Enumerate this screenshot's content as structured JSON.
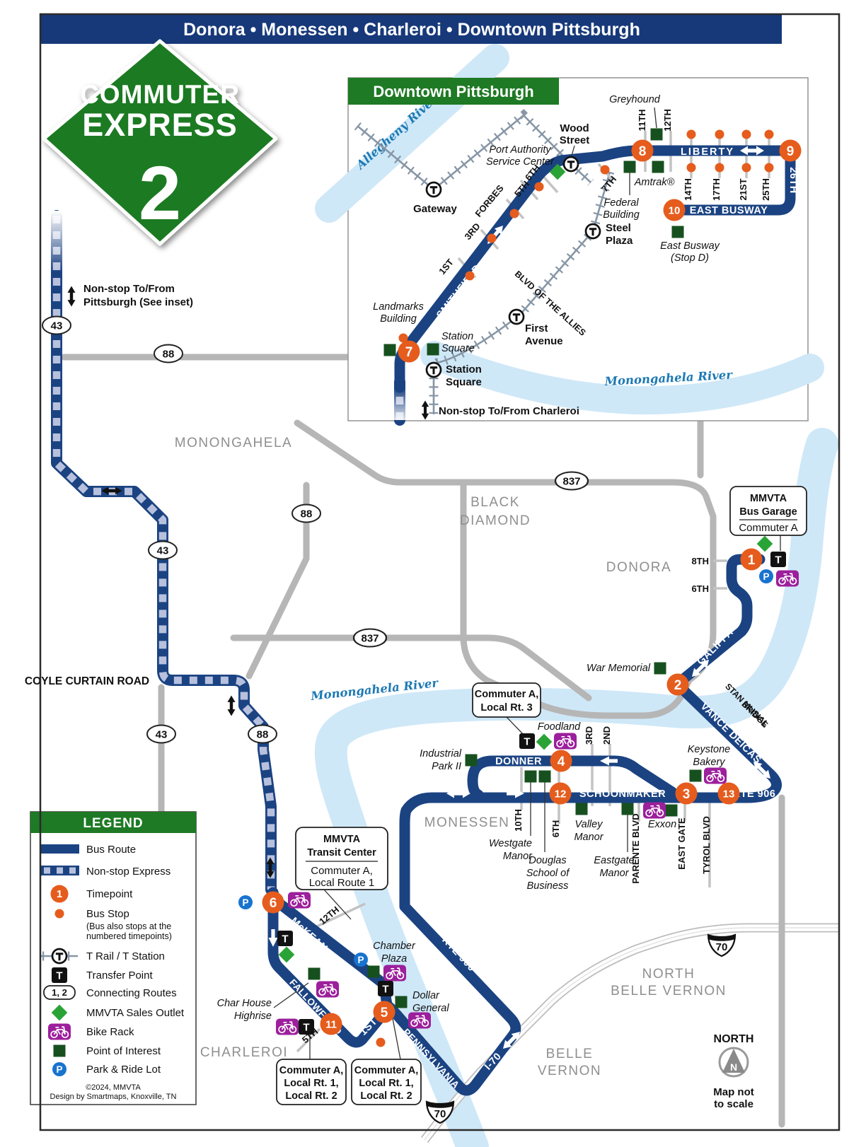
{
  "header": {
    "title": "Donora • Monessen • Charleroi • Downtown Pittsburgh"
  },
  "logo": {
    "line1": "COMMUTER",
    "line2": "EXPRESS",
    "number": "2"
  },
  "icons": {
    "t": "T",
    "p": "P",
    "n": "N"
  },
  "inset": {
    "title": "Downtown Pittsburgh",
    "allegheny_river": "Allegheny River",
    "monongahela_river": "Monongahela River",
    "nonstop_charleroi": "Non-stop To/From Charleroi",
    "route_labels": {
      "smithfield": "SMITHFIELD",
      "liberty": "LIBERTY",
      "east_busway": "EAST BUSWAY",
      "s26th": "26TH"
    },
    "timepoints": {
      "t7": "7",
      "t8": "8",
      "t9": "9",
      "t10": "10"
    },
    "stations": {
      "gateway": "Gateway",
      "wood_1": "Wood",
      "wood_2": "Street",
      "steel_1": "Steel",
      "steel_2": "Plaza",
      "first_1": "First",
      "first_2": "Avenue",
      "stationsq_1": "Station",
      "stationsq_2": "Square"
    },
    "pois": {
      "port_authority_1": "Port Authority",
      "port_authority_2": "Service Center",
      "greyhound": "Greyhound",
      "amtrak": "Amtrak®",
      "federal_1": "Federal",
      "federal_2": "Building",
      "east_busway_1": "East Busway",
      "east_busway_2": "(Stop D)",
      "landmarks_1": "Landmarks",
      "landmarks_2": "Building",
      "station_square_1": "Station",
      "station_square_2": "Square"
    },
    "streets": {
      "s1st": "1ST",
      "s3rd": "3RD",
      "forbes": "FORBES",
      "s5th": "5TH",
      "s6th": "6TH",
      "s7th": "7TH",
      "s11th": "11TH",
      "s12th": "12TH",
      "s14th": "14TH",
      "s17th": "17TH",
      "s21st": "21ST",
      "s25th": "25TH",
      "blvd_allies": "BLVD OF THE ALLIES"
    }
  },
  "main": {
    "nonstop_pittsburgh_1": "Non-stop To/From",
    "nonstop_pittsburgh_2": "Pittsburgh (See inset)",
    "monongahela_river": "Monongahela River",
    "coyle": "COYLE CURTAIN ROAD",
    "cities": {
      "monongahela": "MONONGAHELA",
      "black_diamond_1": "BLACK",
      "black_diamond_2": "DIAMOND",
      "donora": "DONORA",
      "monessen": "MONESSEN",
      "charleroi": "CHARLEROI",
      "north_belle_vernon_1": "NORTH",
      "north_belle_vernon_2": "BELLE VERNON",
      "belle_vernon_1": "BELLE",
      "belle_vernon_2": "VERNON"
    },
    "badges": {
      "r43": "43",
      "r88": "88",
      "r837": "837",
      "i70": "70"
    },
    "route_labels": {
      "galiffa": "GALIFFA",
      "vance_deicas": "VANCE DEICAS",
      "stan_musial_1": "STAN MUSIAL",
      "stan_musial_2": "BRIDGE",
      "donner": "DONNER",
      "schoonmaker": "SCHOONMAKER",
      "rte906": "RTE 906",
      "mckean": "McKEAN",
      "fallowfield": "FALLOWFIELD",
      "pennsylvania": "PENNSYLVANIA",
      "i70": "I-70",
      "first": "1ST"
    },
    "streets": {
      "s8th": "8TH",
      "s6th": "6TH",
      "s3rd": "3RD",
      "s2nd": "2ND",
      "s10th": "10TH",
      "s6th_m": "6TH",
      "parente": "PARENTE BLVD",
      "east_gate": "EAST GATE",
      "tyrol": "TYROL BLVD",
      "s12th": "12TH",
      "s5th": "5TH"
    },
    "timepoints": {
      "t1": "1",
      "t2": "2",
      "t3": "3",
      "t4": "4",
      "t5": "5",
      "t6": "6",
      "t11": "11",
      "t12": "12",
      "t13": "13"
    },
    "pois": {
      "war_memorial": "War Memorial",
      "foodland": "Foodland",
      "industrial_1": "Industrial",
      "industrial_2": "Park II",
      "westgate_1": "Westgate",
      "westgate_2": "Manor",
      "douglas_1": "Douglas",
      "douglas_2": "School of",
      "douglas_3": "Business",
      "valley_1": "Valley",
      "valley_2": "Manor",
      "eastgate_1": "Eastgate",
      "eastgate_2": "Manor",
      "exxon": "Exxon",
      "keystone_1": "Keystone",
      "keystone_2": "Bakery",
      "chamber_1": "Chamber",
      "chamber_2": "Plaza",
      "dollar_1": "Dollar",
      "dollar_2": "General",
      "char_house_1": "Char House",
      "char_house_2": "Highrise"
    },
    "callouts": {
      "garage_1": "MMVTA",
      "garage_2": "Bus Garage",
      "garage_3": "Commuter A",
      "transit_1": "MMVTA",
      "transit_2": "Transit Center",
      "transit_3": "Commuter A,",
      "transit_4": "Local Route 1",
      "rt3_1": "Commuter A,",
      "rt3_2": "Local Rt. 3",
      "charleroi_a_1": "Commuter A,",
      "charleroi_a_2": "Local Rt. 1,",
      "charleroi_a_3": "Local Rt. 2",
      "charleroi_b_1": "Commuter A,",
      "charleroi_b_2": "Local Rt. 1,",
      "charleroi_b_3": "Local Rt. 2"
    },
    "compass": {
      "north": "NORTH",
      "scale_1": "Map not",
      "scale_2": "to scale"
    }
  },
  "legend": {
    "title": "LEGEND",
    "bus_route": "Bus Route",
    "nonstop": "Non-stop Express",
    "timepoint": "Timepoint",
    "timepoint_n": "1",
    "bus_stop": "Bus Stop",
    "bus_stop_sub_1": "(Bus also stops at the",
    "bus_stop_sub_2": "numbered timepoints)",
    "t_rail": "T Rail / T Station",
    "transfer": "Transfer Point",
    "connecting": "Connecting Routes",
    "connecting_badge": "1, 2",
    "sales": "MMVTA Sales Outlet",
    "bike": "Bike Rack",
    "poi": "Point of Interest",
    "park_ride": "Park & Ride Lot",
    "copyright": "©2024, MMVTA",
    "design": "Design by Smartmaps, Knoxville, TN"
  },
  "colors": {
    "route_blue": "#1b4382",
    "express_fill": "#b7c1dd",
    "orange": "#e55c1d",
    "green_header": "#1e7a24",
    "sales_green": "#2aa336",
    "poi_green": "#17501f",
    "bike_purple": "#9c1f9c",
    "park_ride_blue": "#1873cf",
    "river": "#cfe8f8",
    "road_gray": "#b6b6b6",
    "header_navy": "#17397a"
  }
}
